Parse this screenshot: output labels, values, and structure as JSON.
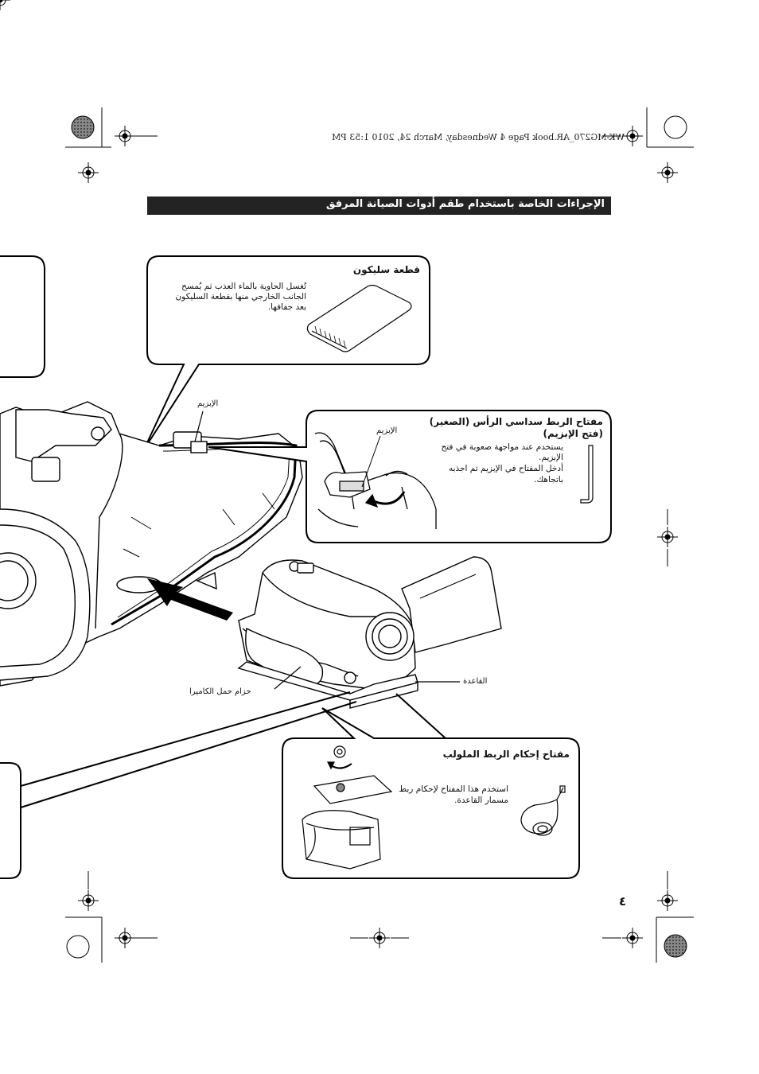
{
  "header": {
    "print_line": "WK-MG270_AR.book  Page 4  Wednesday, March 24, 2010  1:53 PM"
  },
  "section_title": "الإجراءات الخاصة باستخدام طقم أدوات الصيانة المرفق",
  "silicon": {
    "title": "قطعة سليكون",
    "text": "تُغسل الحاوية بالماء العذب ثم يُمسح الجانب الخارجي منها بقطعة السليكون بعد جفافها."
  },
  "hex_wrench": {
    "title_line1": "مفتاح الربط سداسي الرأس (الصغير)",
    "title_line2": "(فتح الإبزيم)",
    "text_line1": "يستخدم عند مواجهة صعوبة في فتح",
    "text_line2": "الإبزيم.",
    "text_line3": "أدخل المفتاح في الإبزيم ثم اجذبه",
    "text_line4": "باتجاهك."
  },
  "labels": {
    "buckle_main": "الإبزيم",
    "buckle_detail": "الإبزيم",
    "camera_strap": "حزام حمل الكاميرا",
    "base": "القاعدة"
  },
  "screw_key": {
    "title": "مفتاح إحكام الربط الملولب",
    "text_line1": "استخدم هذا المفتاح لإحكام ربط",
    "text_line2": "مسمار القاعدة."
  },
  "page_number": "٤"
}
